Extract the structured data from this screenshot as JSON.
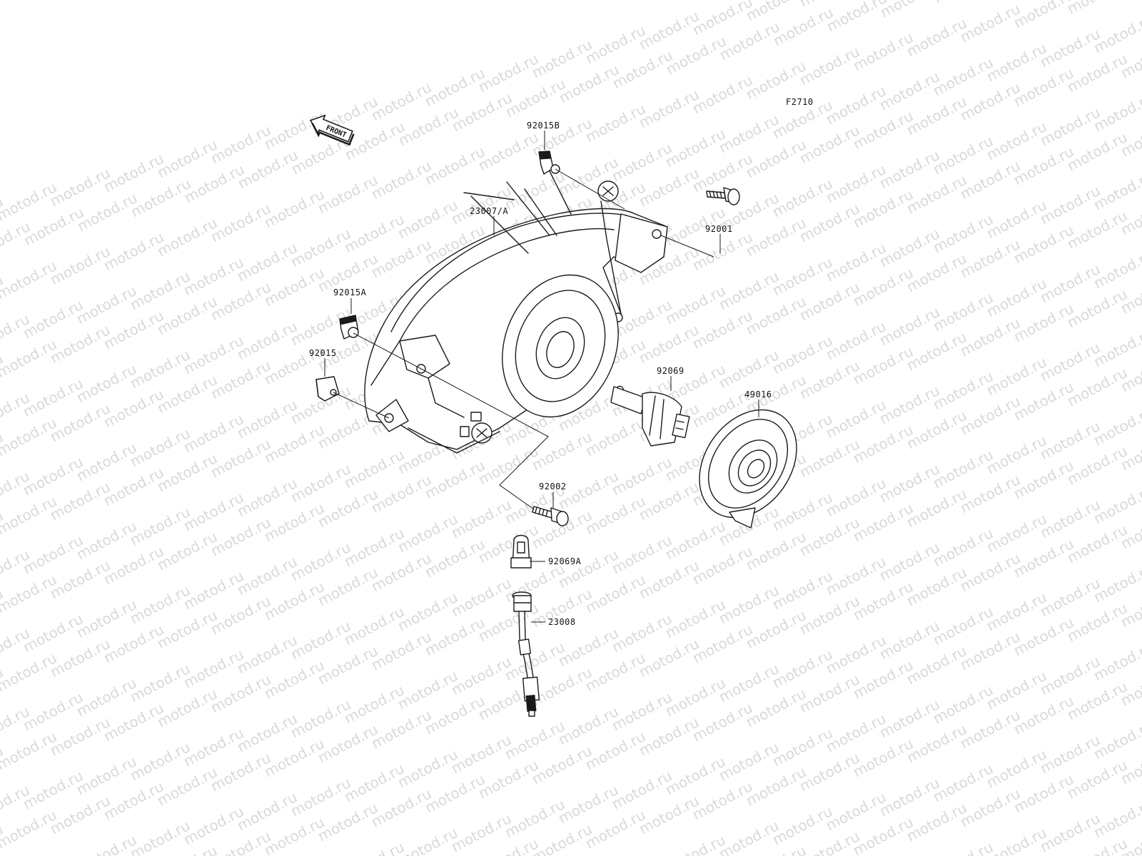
{
  "diagram": {
    "code": "F2710",
    "front_arrow_label": "FRONT",
    "watermark": "motod.ru",
    "parts": [
      {
        "id": "92015B",
        "label": "92015B"
      },
      {
        "id": "23007A",
        "label": "23007/A"
      },
      {
        "id": "92001",
        "label": "92001"
      },
      {
        "id": "92015A",
        "label": "92015A"
      },
      {
        "id": "92015",
        "label": "92015"
      },
      {
        "id": "92069",
        "label": "92069"
      },
      {
        "id": "49016",
        "label": "49016"
      },
      {
        "id": "92002",
        "label": "92002"
      },
      {
        "id": "92069A",
        "label": "92069A"
      },
      {
        "id": "23008",
        "label": "23008"
      }
    ]
  }
}
